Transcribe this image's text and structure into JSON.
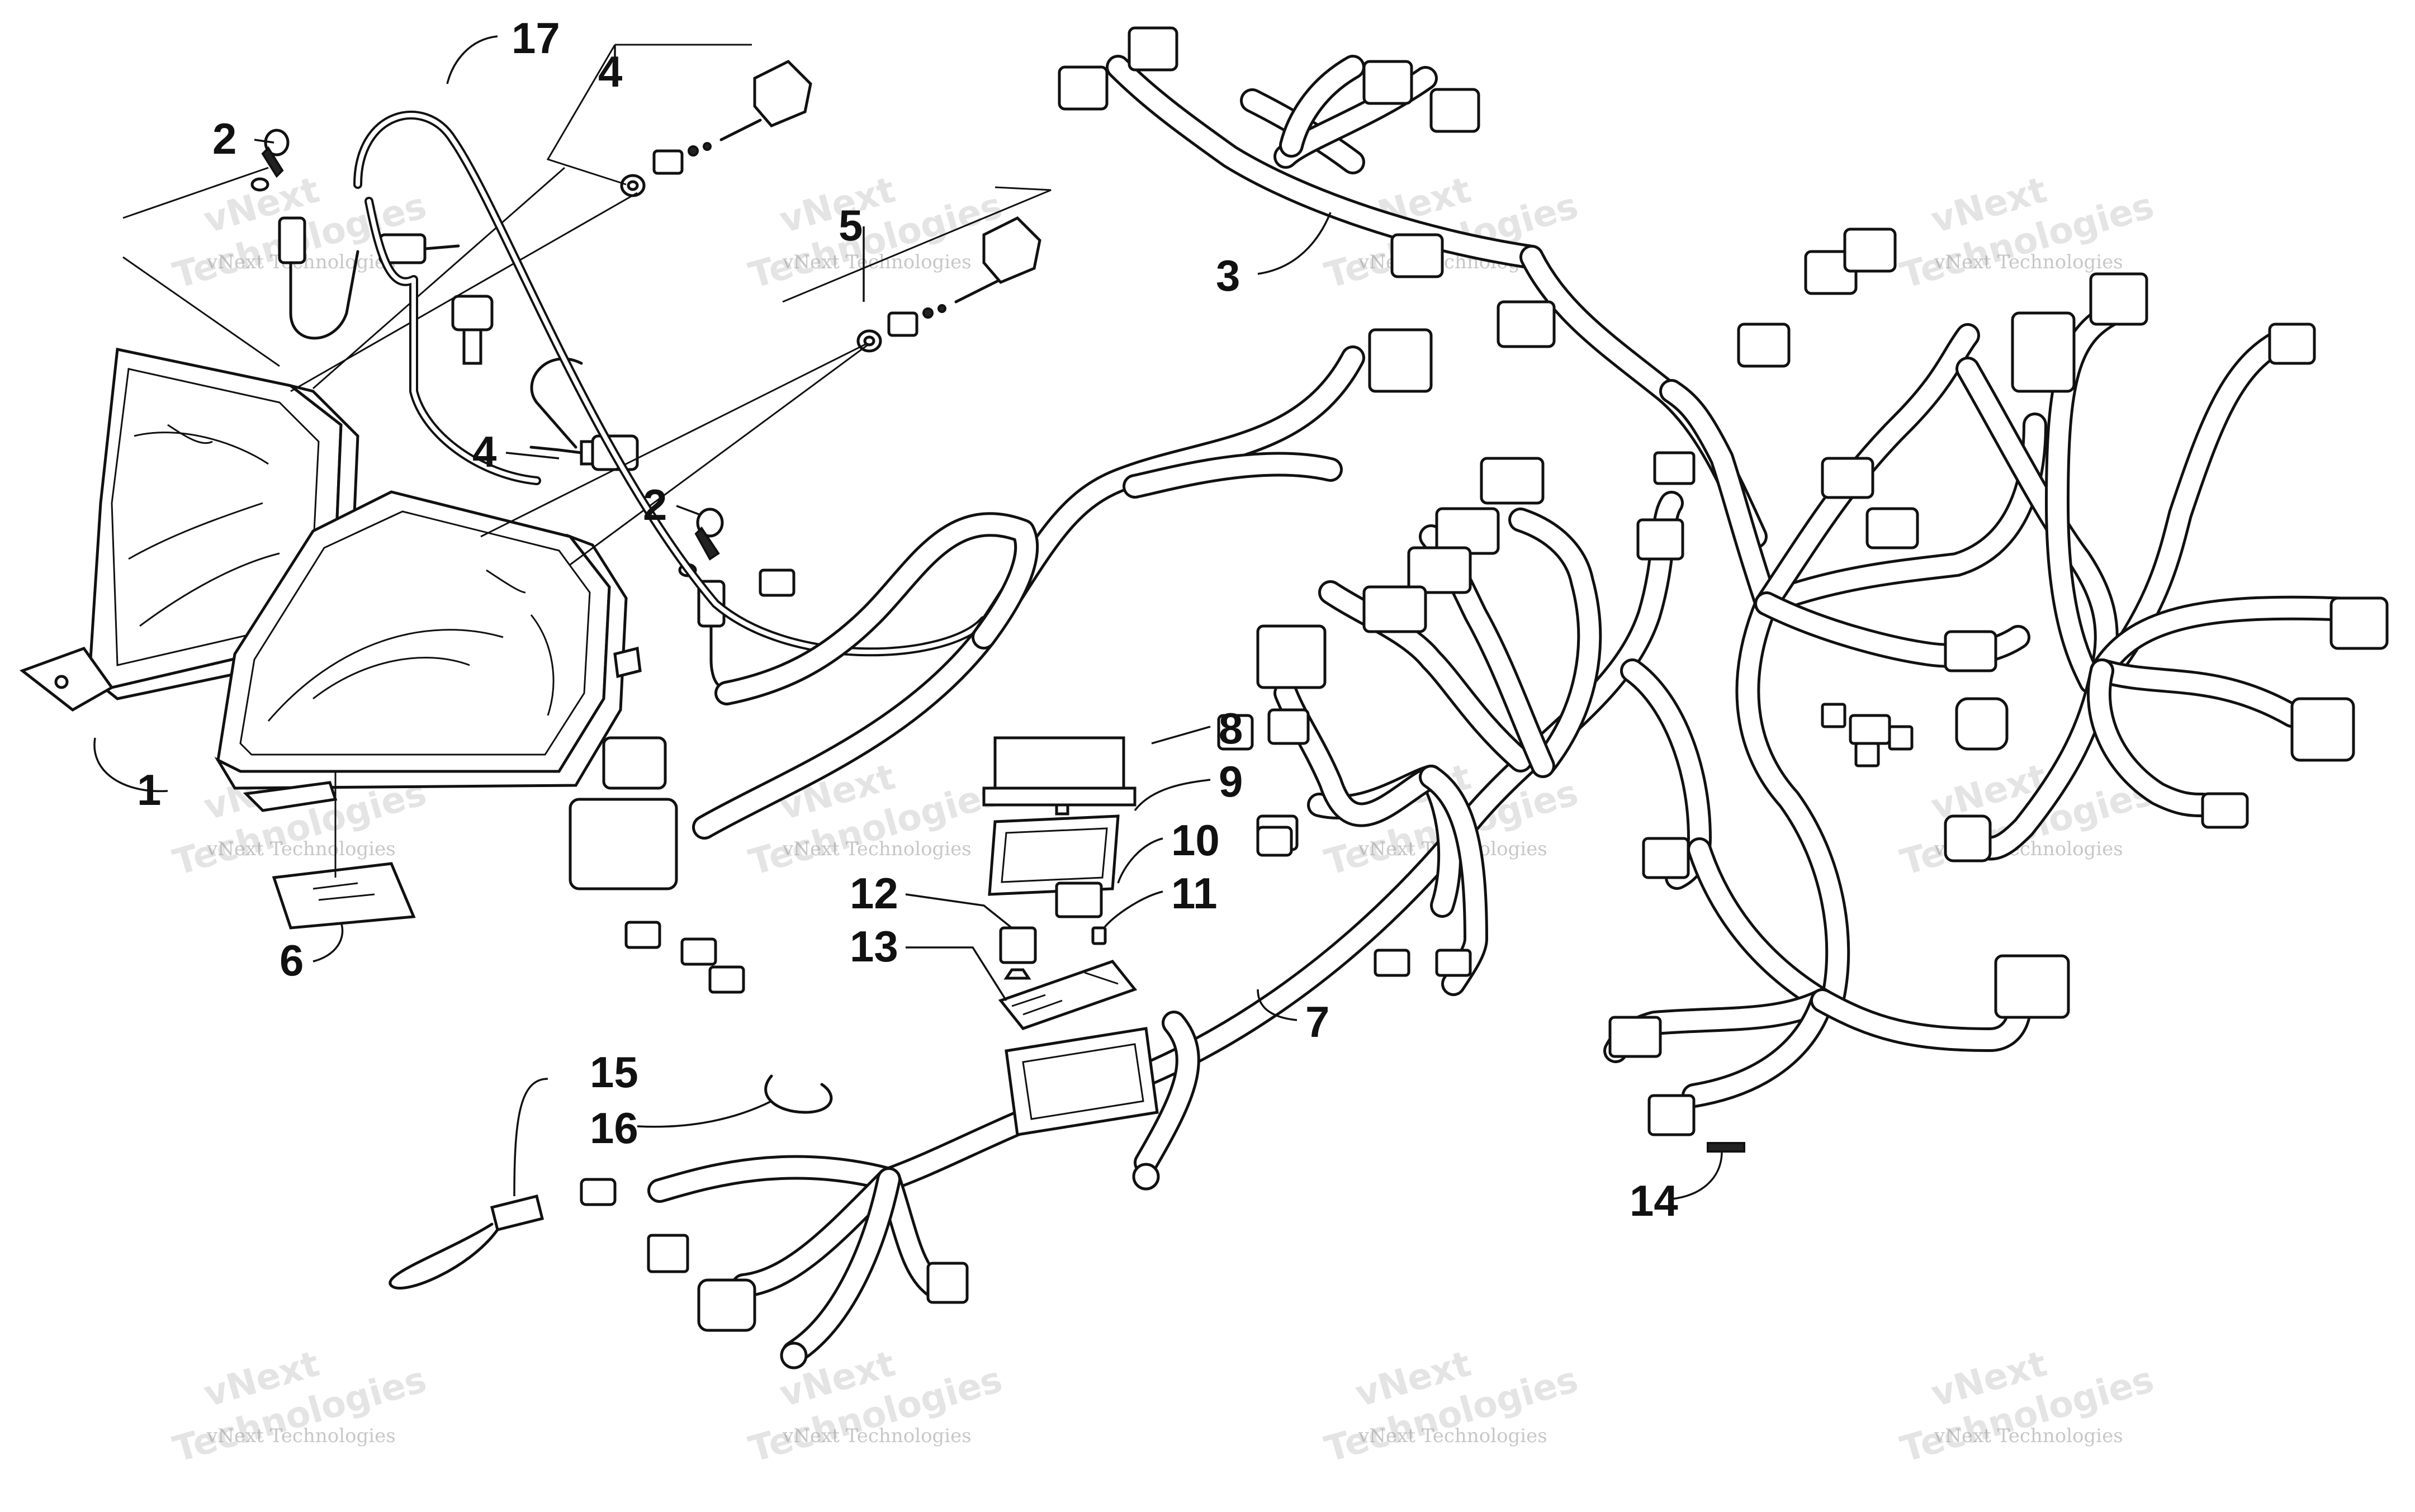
{
  "diagram": {
    "callouts": [
      {
        "id": "c1",
        "label": "1"
      },
      {
        "id": "c2a",
        "label": "2"
      },
      {
        "id": "c2b",
        "label": "2"
      },
      {
        "id": "c3",
        "label": "3"
      },
      {
        "id": "c4a",
        "label": "4"
      },
      {
        "id": "c4b",
        "label": "4"
      },
      {
        "id": "c5",
        "label": "5"
      },
      {
        "id": "c6",
        "label": "6"
      },
      {
        "id": "c7",
        "label": "7"
      },
      {
        "id": "c8",
        "label": "8"
      },
      {
        "id": "c9",
        "label": "9"
      },
      {
        "id": "c10",
        "label": "10"
      },
      {
        "id": "c11",
        "label": "11"
      },
      {
        "id": "c12",
        "label": "12"
      },
      {
        "id": "c13",
        "label": "13"
      },
      {
        "id": "c14",
        "label": "14"
      },
      {
        "id": "c15",
        "label": "15"
      },
      {
        "id": "c16",
        "label": "16"
      },
      {
        "id": "c17",
        "label": "17"
      }
    ],
    "watermark": {
      "line1": "vNext Technologies",
      "line2": "vNext",
      "line3": "Technologies"
    }
  }
}
